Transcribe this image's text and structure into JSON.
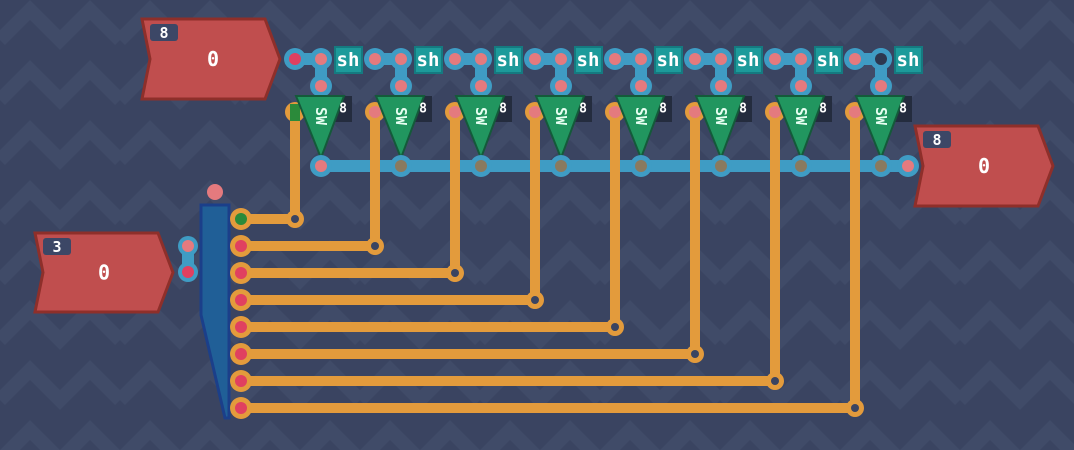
{
  "inputs": {
    "value_input": {
      "bits_label": "8",
      "value": "0"
    },
    "selector_input": {
      "bits_label": "3",
      "value": "0"
    }
  },
  "output": {
    "bits_label": "8",
    "value": "0"
  },
  "shift_label": "sh",
  "switch_label": "SW",
  "switch_bits": "8",
  "stage_count": 8,
  "active_stage": 0,
  "colors": {
    "background": "#3a4461",
    "io_red": "#c04e4e",
    "wire_blue": "#3f9cc4",
    "wire_orange": "#e39b3c",
    "switch_green": "#21965f",
    "decoder_blue": "#205f97",
    "pin_red": "#e04060",
    "pin_green": "#2b8a3a",
    "shift_teal": "#1d9a9a"
  }
}
